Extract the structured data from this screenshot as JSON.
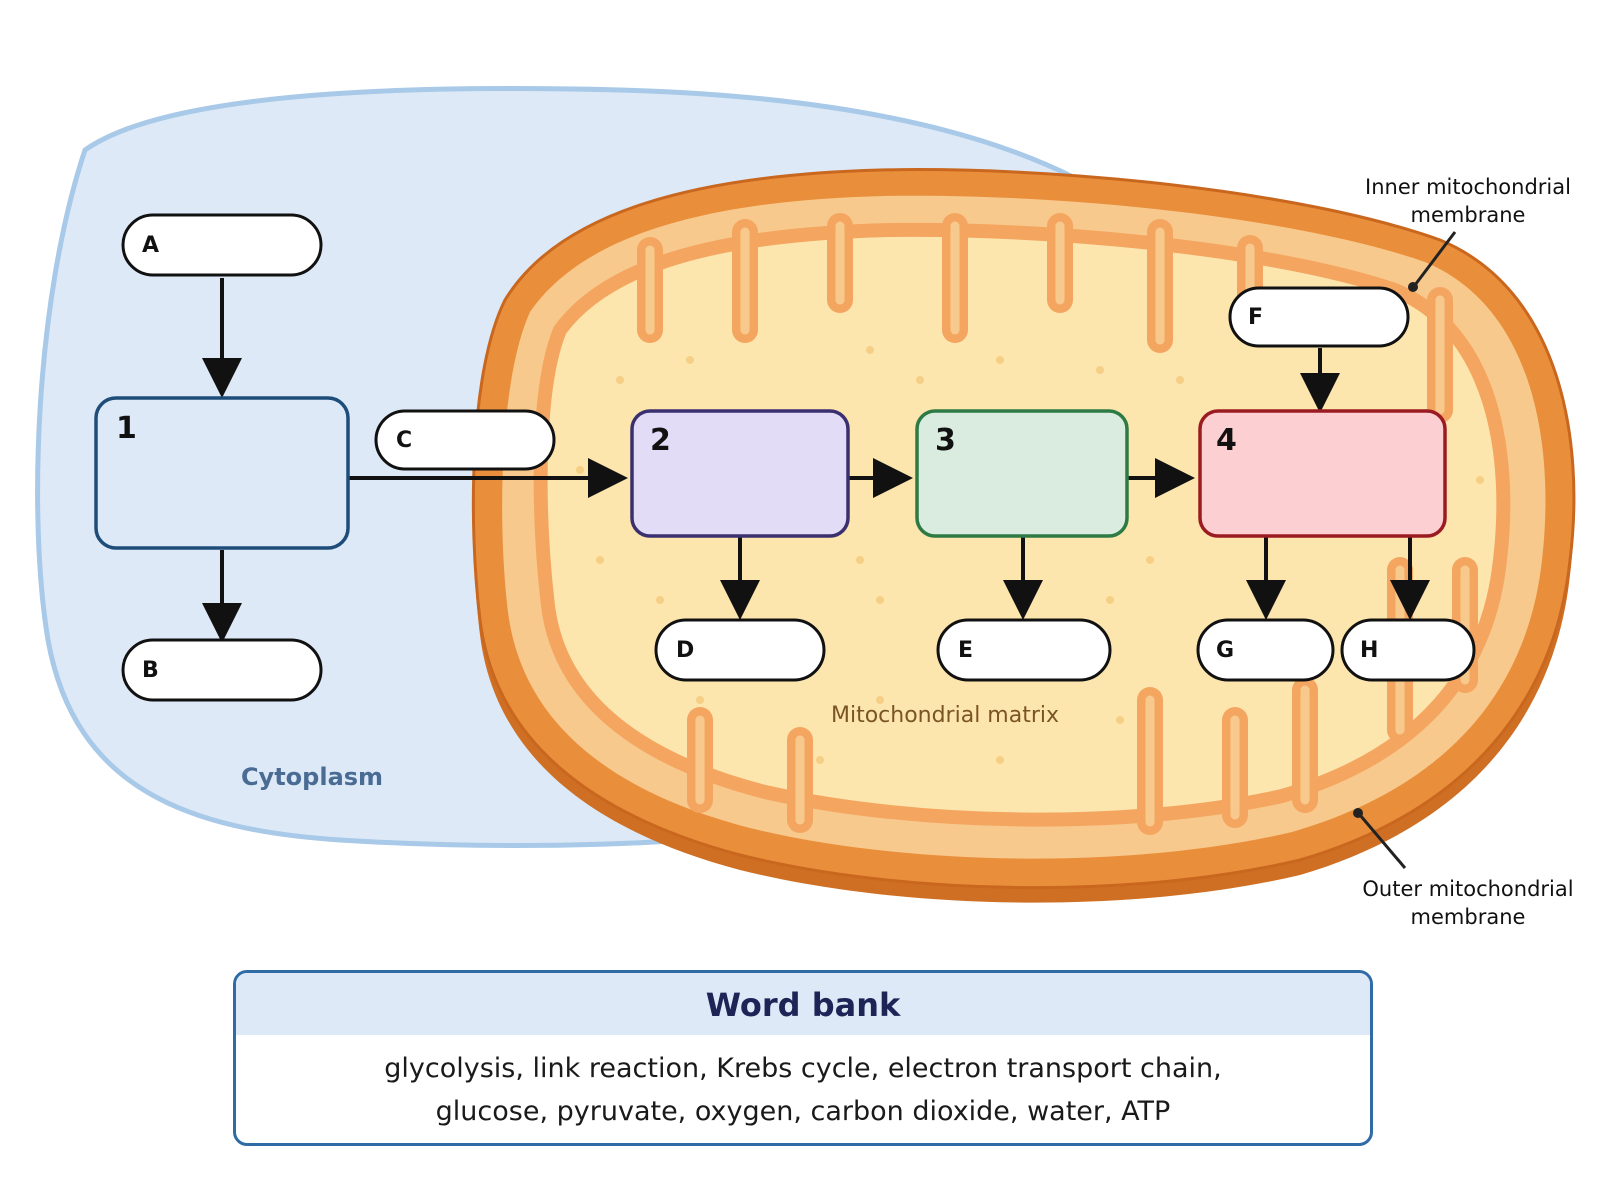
{
  "colors": {
    "cytoplasm_fill": "#dde9f7",
    "cytoplasm_stroke": "#a8c9e8",
    "outer_membrane": "#e98f3c",
    "inner_membrane": "#f4a661",
    "matrix": "#fde6ae",
    "label_blue": "#4a6b94",
    "label_brown": "#7a5524",
    "step1_fill": "#dde9f7",
    "step1_stroke": "#1f4d7a",
    "step2_fill": "#e2dcf7",
    "step2_stroke": "#3a3070",
    "step3_fill": "#d9ecdf",
    "step3_stroke": "#2e7a45",
    "step4_fill": "#fcd0d3",
    "step4_stroke": "#9b1b22",
    "slot_stroke": "#111111",
    "arrow": "#111111",
    "word_bank_header": "#dde9f7",
    "word_bank_border": "#2f6ca6",
    "word_bank_title": "#1f2457"
  },
  "diagram": {
    "steps": [
      {
        "id": "1",
        "label": "1"
      },
      {
        "id": "2",
        "label": "2"
      },
      {
        "id": "3",
        "label": "3"
      },
      {
        "id": "4",
        "label": "4"
      }
    ],
    "answer_slots": [
      {
        "id": "A",
        "letter": "A",
        "value": ""
      },
      {
        "id": "B",
        "letter": "B",
        "value": ""
      },
      {
        "id": "C",
        "letter": "C",
        "value": ""
      },
      {
        "id": "D",
        "letter": "D",
        "value": ""
      },
      {
        "id": "E",
        "letter": "E",
        "value": ""
      },
      {
        "id": "F",
        "letter": "F",
        "value": ""
      },
      {
        "id": "G",
        "letter": "G",
        "value": ""
      },
      {
        "id": "H",
        "letter": "H",
        "value": ""
      }
    ],
    "region_labels": {
      "cytoplasm": "Cytoplasm",
      "matrix": "Mitochondrial matrix"
    },
    "callouts": {
      "inner_membrane": [
        "Inner mitochondrial",
        "membrane"
      ],
      "outer_membrane": [
        "Outer mitochondrial",
        "membrane"
      ]
    }
  },
  "word_bank": {
    "title": "Word bank",
    "lines": [
      "glycolysis, link reaction, Krebs cycle, electron transport chain,",
      "glucose, pyruvate, oxygen, carbon dioxide, water, ATP"
    ]
  }
}
